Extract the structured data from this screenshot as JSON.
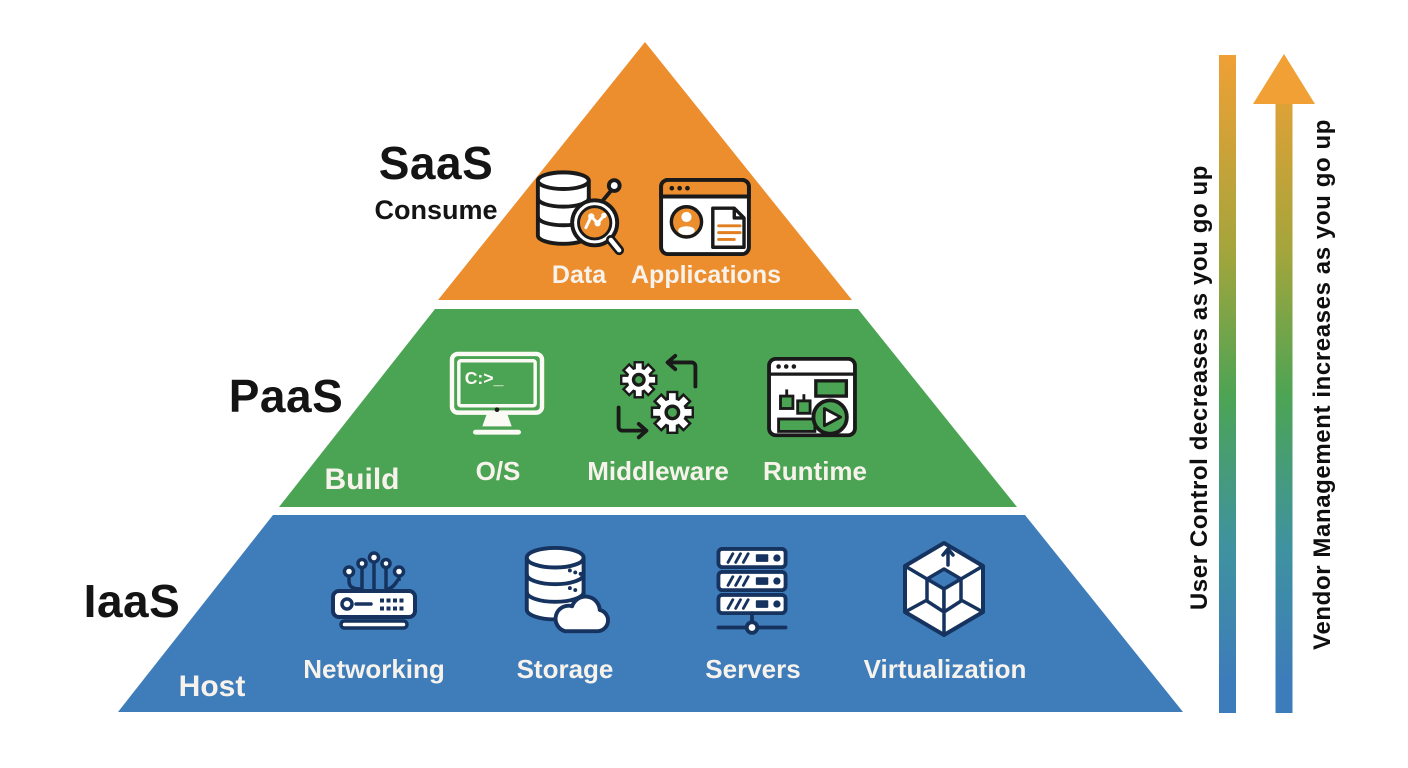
{
  "layers": [
    {
      "name": "SaaS",
      "action": "Consume",
      "color": "#EC8E2D",
      "items": [
        {
          "label": "Data",
          "icon": "database-analytics-icon"
        },
        {
          "label": "Applications",
          "icon": "app-window-user-icon"
        }
      ]
    },
    {
      "name": "PaaS",
      "action": "Build",
      "color": "#4BA453",
      "items": [
        {
          "label": "O/S",
          "icon": "terminal-monitor-icon",
          "screen_text": "C:>_"
        },
        {
          "label": "Middleware",
          "icon": "gears-sync-icon"
        },
        {
          "label": "Runtime",
          "icon": "app-run-icon"
        }
      ]
    },
    {
      "name": "IaaS",
      "action": "Host",
      "color": "#3E7CBA",
      "items": [
        {
          "label": "Networking",
          "icon": "network-router-icon"
        },
        {
          "label": "Storage",
          "icon": "database-cloud-icon"
        },
        {
          "label": "Servers",
          "icon": "server-rack-icon"
        },
        {
          "label": "Virtualization",
          "icon": "hexagon-cube-icon"
        }
      ]
    }
  ],
  "side_indicators": [
    {
      "label": "User Control decreases as you go up",
      "has_arrowhead": false
    },
    {
      "label": "Vendor Management increases as you go up",
      "has_arrowhead": true
    }
  ],
  "palette": {
    "saas_orange": "#EC8E2D",
    "paas_green": "#4BA453",
    "iaas_blue": "#3E7CBA",
    "gradient_top": "#F0A035",
    "gradient_middle": "#4CA455",
    "gradient_bottom": "#3D7CBA",
    "label_dark": "#141414",
    "label_light": "#F7F3EC",
    "icon_outline_dark": "#1A1A1A",
    "icon_outline_navy": "#15335E"
  }
}
